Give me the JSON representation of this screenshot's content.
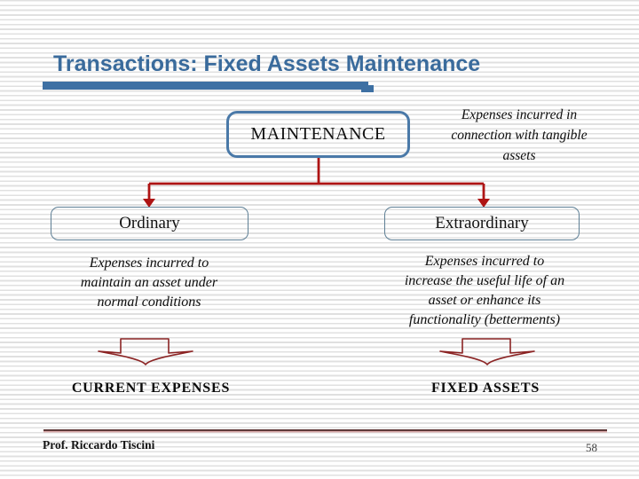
{
  "title": {
    "text": "Transactions: Fixed Assets Maintenance"
  },
  "diagram": {
    "root": {
      "label": "MAINTENANCE",
      "note_lines": [
        "Expenses incurred in",
        "connection with tangible",
        "assets"
      ]
    },
    "branches": [
      {
        "label": "Ordinary",
        "description_lines": [
          "Expenses incurred to",
          "maintain an asset under",
          "normal conditions"
        ],
        "result": "CURRENT EXPENSES"
      },
      {
        "label": "Extraordinary",
        "description_lines": [
          "Expenses incurred to",
          "increase the useful life of an",
          "asset or enhance its",
          "functionality (betterments)"
        ],
        "result": "FIXED ASSETS"
      }
    ]
  },
  "footer": {
    "author": "Prof. Riccardo Tiscini",
    "page_number": "58"
  },
  "colors": {
    "title": "#3A6B9C",
    "title_bar": "#3E70A3",
    "connector_red": "#AE1414",
    "arrow_outline": "#8B2424",
    "box_border_root": "#4A79A8",
    "box_border_child": "#5E7F95",
    "footer_rule_dark": "#5E3939",
    "footer_rule_light": "#D8A8A8",
    "text": "#111111",
    "page_number": "#3F3F3F"
  }
}
